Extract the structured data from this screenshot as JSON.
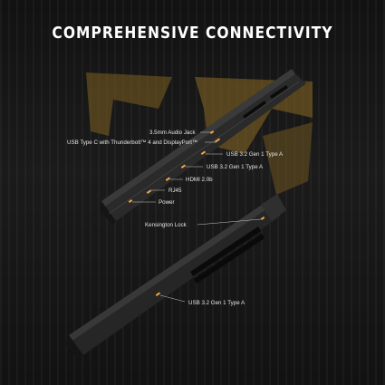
{
  "title": "COMPREHENSIVE CONNECTIVITY",
  "colors": {
    "background": "#111111",
    "accent_yellow": "#d8a93a",
    "port_orange": "#f2a640",
    "laptop_body": "#262626",
    "label_text": "#e6e6e6"
  },
  "callouts": {
    "upper": [
      {
        "id": "audio",
        "label": "3.5mm Audio Jack"
      },
      {
        "id": "usbc",
        "label": "USB Type C with Thunderbolt™ 4 and DisplayPort™"
      },
      {
        "id": "usb_a_right1",
        "label": "USB 3.2 Gen 1 Type A"
      },
      {
        "id": "usb_a_right2",
        "label": "USB 3.2 Gen 1 Type A"
      },
      {
        "id": "hdmi",
        "label": "HDMI 2.0b"
      },
      {
        "id": "rj45",
        "label": "RJ45"
      },
      {
        "id": "power",
        "label": "Power"
      }
    ],
    "lower": [
      {
        "id": "kensington",
        "label": "Kensington Lock"
      },
      {
        "id": "usb_a_left",
        "label": "USB 3.2 Gen 1 Type A"
      }
    ]
  }
}
